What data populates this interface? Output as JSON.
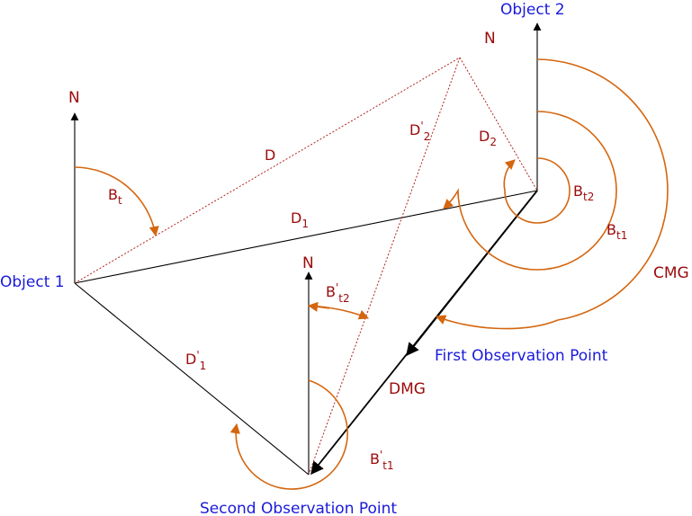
{
  "labels": {
    "object1": "Object 1",
    "object2": "Object 2",
    "first_observation": "First Observation Point",
    "second_observation": "Second Observation Point",
    "north": "N",
    "dmg": "DMG",
    "cmg": "CMG",
    "d": "D",
    "d1_main": "D",
    "d1_sub": "1",
    "d2_main": "D",
    "d2_sub": "2",
    "dp1_main": "D",
    "dp1_sub": "1",
    "dp2_main": "D",
    "dp2_sub": "2",
    "bt_main": "B",
    "bt_sub": "t",
    "bt1_main": "B",
    "bt1_sub": "t1",
    "bt2_main": "B",
    "bt2_sub": "t2",
    "bpt1_main": "B",
    "bpt1_sub": "t1",
    "bpt2_main": "B",
    "bpt2_sub": "t2",
    "prime": "'"
  },
  "colors": {
    "label_blue": "#1a1adc",
    "label_red": "#9b0a0a",
    "arc_orange": "#d4660f",
    "line_black": "#000000",
    "dotted_red": "#b22222"
  }
}
